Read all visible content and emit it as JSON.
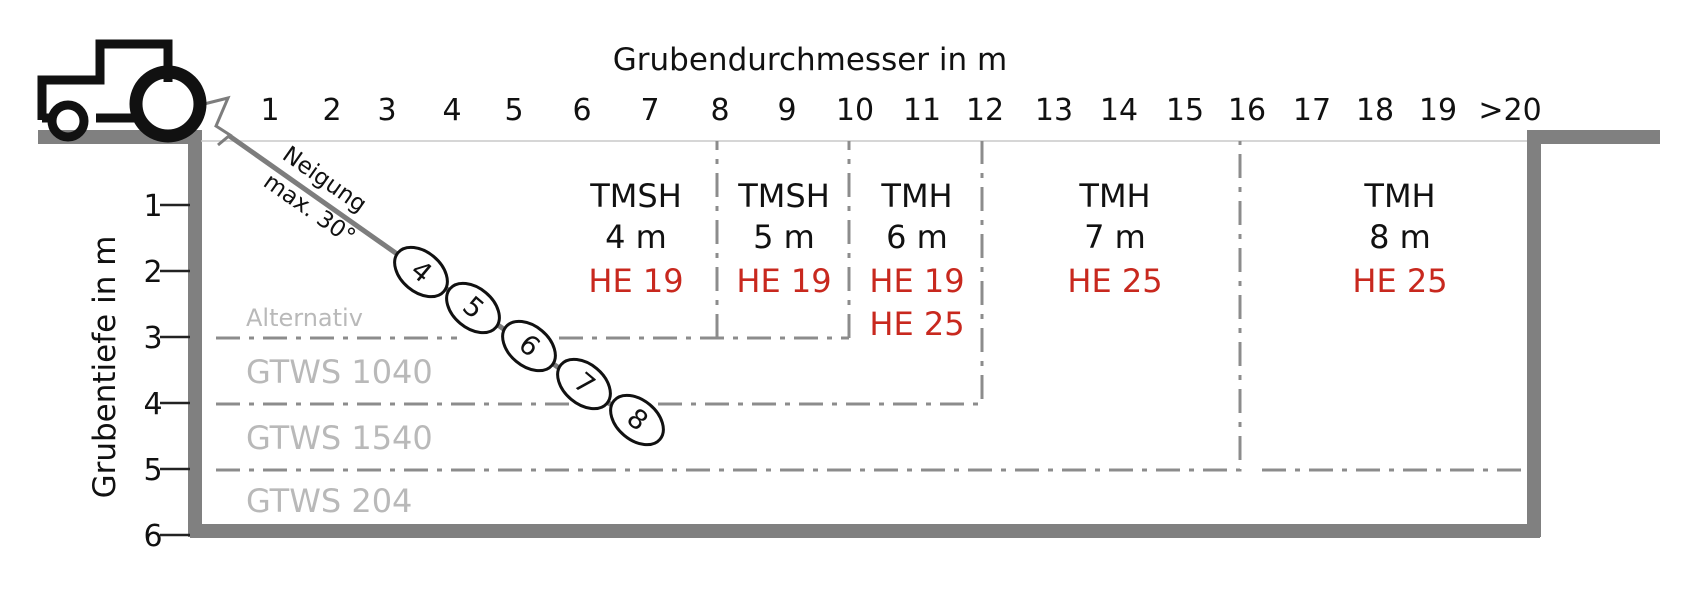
{
  "x_axis": {
    "title": "Grubendurchmesser in m",
    "ticks": [
      "1",
      "2",
      "3",
      "4",
      "5",
      "6",
      "7",
      "8",
      "9",
      "10",
      "11",
      "12",
      "13",
      "14",
      "15",
      "16",
      "17",
      "18",
      "19",
      ">20"
    ]
  },
  "y_axis": {
    "title": "Grubentiefe  in m",
    "ticks": [
      "1",
      "2",
      "3",
      "4",
      "5",
      "6"
    ]
  },
  "zones": [
    {
      "model": "TMSH",
      "depth": "4 m",
      "codes": [
        "HE 19"
      ]
    },
    {
      "model": "TMSH",
      "depth": "5 m",
      "codes": [
        "HE 19"
      ]
    },
    {
      "model": "TMH",
      "depth": "6 m",
      "codes": [
        "HE 19",
        "HE 25"
      ]
    },
    {
      "model": "TMH",
      "depth": "7 m",
      "codes": [
        "HE 25"
      ]
    },
    {
      "model": "TMH",
      "depth": "8 m",
      "codes": [
        "HE 25"
      ]
    }
  ],
  "depth_levels": [
    "Alternativ",
    "GTWS 1040",
    "GTWS 1540",
    "GTWS 204"
  ],
  "incline": {
    "line1": "Neigung",
    "line2": "max. 30°"
  },
  "steps": [
    "4",
    "5",
    "6",
    "7",
    "8"
  ],
  "icons": [
    "tractor-icon"
  ],
  "colors": {
    "wall": "#808080",
    "dash": "#8c8c8c",
    "text": "#111111",
    "code_red": "#c8281e",
    "level_text": "#b9b9b9"
  }
}
